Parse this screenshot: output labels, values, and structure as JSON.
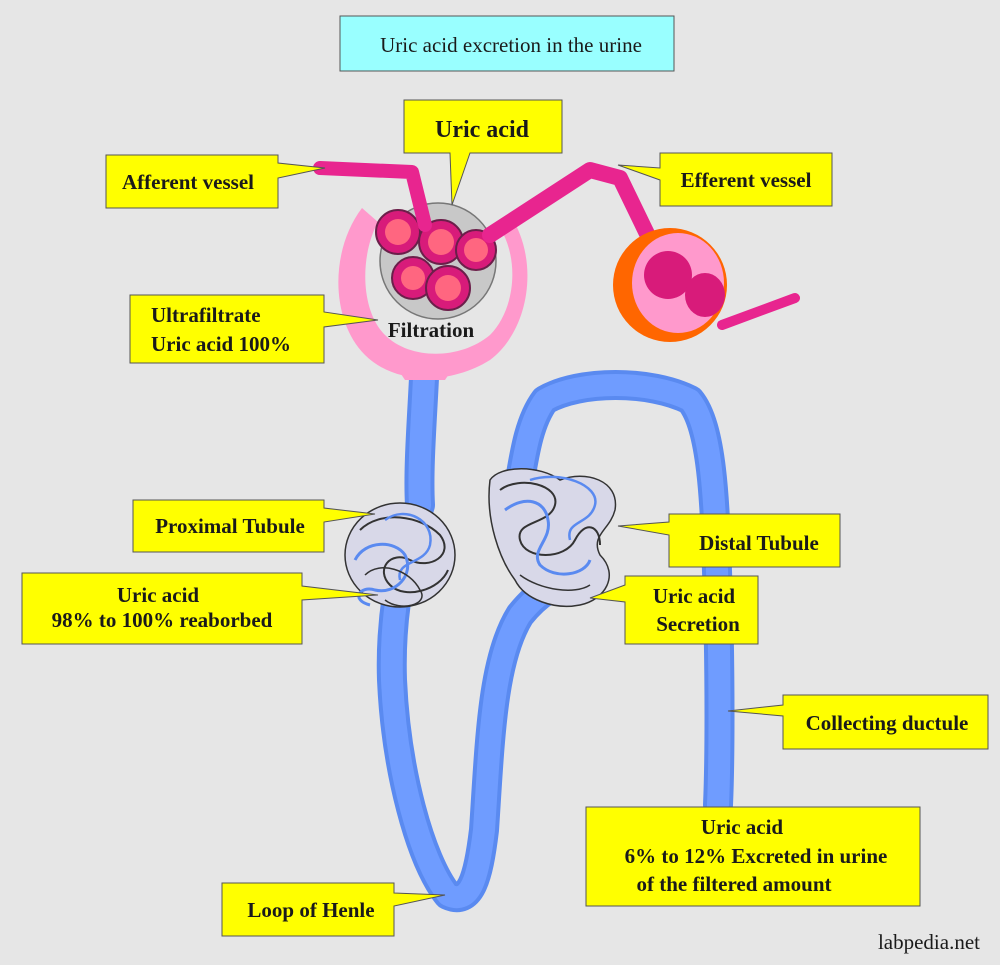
{
  "title": "Uric acid excretion in the urine",
  "labels": {
    "uric_acid_top": "Uric acid",
    "afferent": "Afferent vessel",
    "efferent": "Efferent vessel",
    "ultrafiltrate_line1": "Ultrafiltrate",
    "ultrafiltrate_line2": "Uric acid 100%",
    "filtration": "Filtration",
    "proximal": "Proximal Tubule",
    "reabsorbed_line1": "Uric acid",
    "reabsorbed_line2": "98% to 100% reaborbed",
    "distal": "Distal Tubule",
    "secretion_line1": "Uric acid",
    "secretion_line2": "Secretion",
    "collecting": "Collecting ductule",
    "excreted_line1": "Uric acid",
    "excreted_line2": "6% to 12% Excreted in urine",
    "excreted_line3": "of the filtered amount",
    "loop": "Loop of  Henle"
  },
  "credit": "labpedia.net",
  "colors": {
    "background": "#e6e6e6",
    "callout_fill": "#ffff00",
    "title_fill": "#99ffff",
    "vessel": "#e8258f",
    "capsule": "#ff99cc",
    "tubule": "#6699ff",
    "cell_outer": "#d81b7a",
    "cell_inner": "#ff6680",
    "efferent_ring": "#ff6600"
  }
}
